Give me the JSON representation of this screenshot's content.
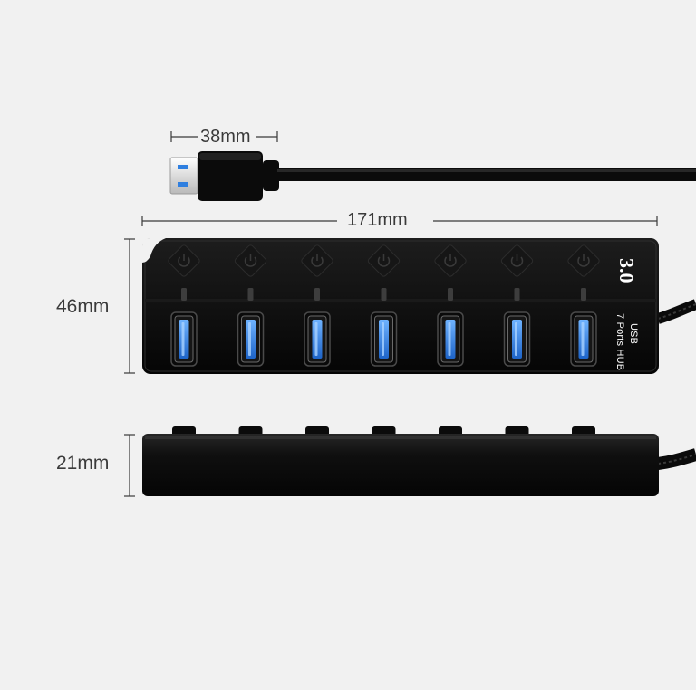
{
  "dimensions": {
    "connector_length": "38mm",
    "hub_length": "171mm",
    "hub_width": "46mm",
    "hub_height": "21mm"
  },
  "hub_print": {
    "version": "3.0",
    "line1": "USB",
    "line2": "7 Ports HUB"
  },
  "ports_count": 7,
  "colors": {
    "background": "#f1f1f1",
    "hub_body": "#0b0b0b",
    "port_blue": "#2f7fe0",
    "dimension_line": "#3a3a3a"
  }
}
